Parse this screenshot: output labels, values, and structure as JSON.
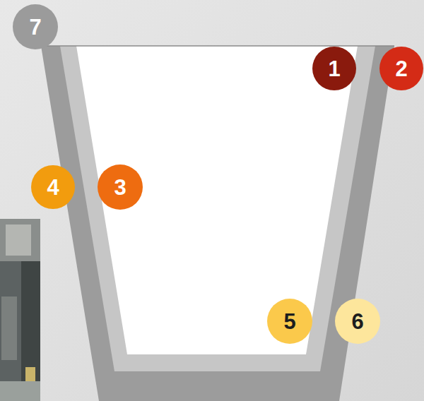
{
  "diagram": {
    "nodes": [
      {
        "text": [
          "7"
        ]
      },
      {
        "text": [
          "1"
        ]
      },
      {
        "text": [
          "2"
        ]
      },
      {
        "text": [
          "4"
        ]
      },
      {
        "text": [
          "3"
        ]
      },
      {
        "text": [
          "5"
        ]
      },
      {
        "text": [
          "6"
        ]
      }
    ]
  }
}
